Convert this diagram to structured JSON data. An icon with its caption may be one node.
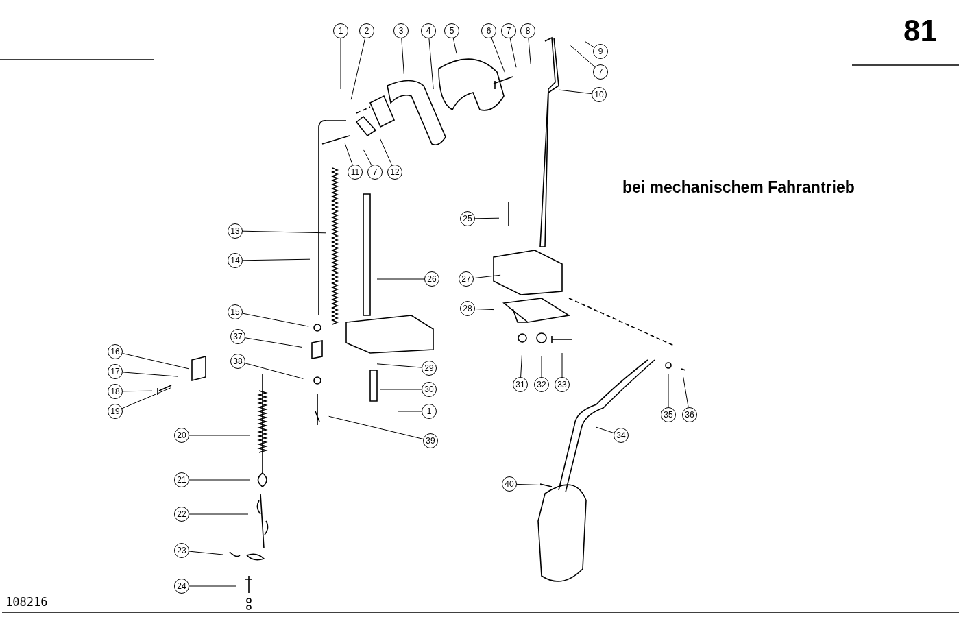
{
  "diagram": {
    "nodes": [
      {
        "text": [
          "1"
        ]
      },
      {
        "text": [
          "2"
        ]
      },
      {
        "text": [
          "3"
        ]
      },
      {
        "text": [
          "4"
        ]
      },
      {
        "text": [
          "5"
        ]
      },
      {
        "text": [
          "6"
        ]
      },
      {
        "text": [
          "7"
        ]
      },
      {
        "text": [
          "8"
        ]
      },
      {
        "text": [
          "9"
        ]
      },
      {
        "text": [
          "7"
        ]
      },
      {
        "text": [
          "10"
        ]
      },
      {
        "text": [
          "11"
        ]
      },
      {
        "text": [
          "7"
        ]
      },
      {
        "text": [
          "12"
        ]
      },
      {
        "text": [
          "25"
        ]
      },
      {
        "text": [
          "13"
        ]
      },
      {
        "text": [
          "14"
        ]
      },
      {
        "text": [
          "26"
        ]
      },
      {
        "text": [
          "27"
        ]
      },
      {
        "text": [
          "28"
        ]
      },
      {
        "text": [
          "15"
        ]
      },
      {
        "text": [
          "37"
        ]
      },
      {
        "text": [
          "16"
        ]
      },
      {
        "text": [
          "38"
        ]
      },
      {
        "text": [
          "29"
        ]
      },
      {
        "text": [
          "17"
        ]
      },
      {
        "text": [
          "31"
        ]
      },
      {
        "text": [
          "32"
        ]
      },
      {
        "text": [
          "33"
        ]
      },
      {
        "text": [
          "18"
        ]
      },
      {
        "text": [
          "30"
        ]
      },
      {
        "text": [
          "19"
        ]
      },
      {
        "text": [
          "1"
        ]
      },
      {
        "text": [
          "35"
        ]
      },
      {
        "text": [
          "36"
        ]
      },
      {
        "text": [
          "20"
        ]
      },
      {
        "text": [
          "39"
        ]
      },
      {
        "text": [
          "34"
        ]
      },
      {
        "text": [
          "21"
        ]
      },
      {
        "text": [
          "40"
        ]
      },
      {
        "text": [
          "22"
        ]
      },
      {
        "text": [
          "23"
        ]
      },
      {
        "text": [
          "24"
        ]
      }
    ],
    "edges": [
      {
        "from": 0,
        "to": null,
        "arrow": "none"
      },
      {
        "from": 1,
        "to": null,
        "arrow": "none"
      },
      {
        "from": 2,
        "to": null,
        "arrow": "none"
      },
      {
        "from": 3,
        "to": null,
        "arrow": "none"
      },
      {
        "from": 4,
        "to": null,
        "arrow": "none"
      },
      {
        "from": 5,
        "to": null,
        "arrow": "none"
      },
      {
        "from": 6,
        "to": null,
        "arrow": "none"
      },
      {
        "from": 7,
        "to": null,
        "arrow": "none"
      },
      {
        "from": 8,
        "to": null,
        "arrow": "none"
      },
      {
        "from": 9,
        "to": null,
        "arrow": "none"
      },
      {
        "from": 10,
        "to": null,
        "arrow": "none"
      },
      {
        "from": 11,
        "to": null,
        "arrow": "none"
      },
      {
        "from": 12,
        "to": null,
        "arrow": "none"
      },
      {
        "from": 13,
        "to": null,
        "arrow": "none"
      },
      {
        "from": 14,
        "to": null,
        "arrow": "none"
      },
      {
        "from": 15,
        "to": null,
        "arrow": "none"
      },
      {
        "from": 16,
        "to": null,
        "arrow": "none"
      },
      {
        "from": 17,
        "to": null,
        "arrow": "none"
      },
      {
        "from": 18,
        "to": null,
        "arrow": "none"
      },
      {
        "from": 19,
        "to": null,
        "arrow": "none"
      },
      {
        "from": 20,
        "to": null,
        "arrow": "none"
      },
      {
        "from": 21,
        "to": null,
        "arrow": "none"
      },
      {
        "from": 22,
        "to": null,
        "arrow": "none"
      },
      {
        "from": 23,
        "to": null,
        "arrow": "none"
      },
      {
        "from": 24,
        "to": null,
        "arrow": "none"
      },
      {
        "from": 25,
        "to": null,
        "arrow": "none"
      },
      {
        "from": 26,
        "to": null,
        "arrow": "none"
      },
      {
        "from": 27,
        "to": null,
        "arrow": "none"
      },
      {
        "from": 28,
        "to": null,
        "arrow": "none"
      },
      {
        "from": 29,
        "to": null,
        "arrow": "none"
      },
      {
        "from": 30,
        "to": null,
        "arrow": "none"
      },
      {
        "from": 31,
        "to": null,
        "arrow": "none"
      },
      {
        "from": 32,
        "to": null,
        "arrow": "none"
      },
      {
        "from": 33,
        "to": null,
        "arrow": "none"
      },
      {
        "from": 34,
        "to": null,
        "arrow": "none"
      },
      {
        "from": 35,
        "to": null,
        "arrow": "none"
      },
      {
        "from": 36,
        "to": null,
        "arrow": "none"
      },
      {
        "from": 37,
        "to": null,
        "arrow": "none"
      },
      {
        "from": 38,
        "to": null,
        "arrow": "none"
      },
      {
        "from": 39,
        "to": null,
        "arrow": "none"
      },
      {
        "from": 40,
        "to": null,
        "arrow": "none"
      },
      {
        "from": 41,
        "to": null,
        "arrow": "none"
      },
      {
        "from": 42,
        "to": null,
        "arrow": "none"
      }
    ],
    "labels": [
      "81",
      "bei mechanischem Fahrantrieb",
      "108216"
    ]
  }
}
